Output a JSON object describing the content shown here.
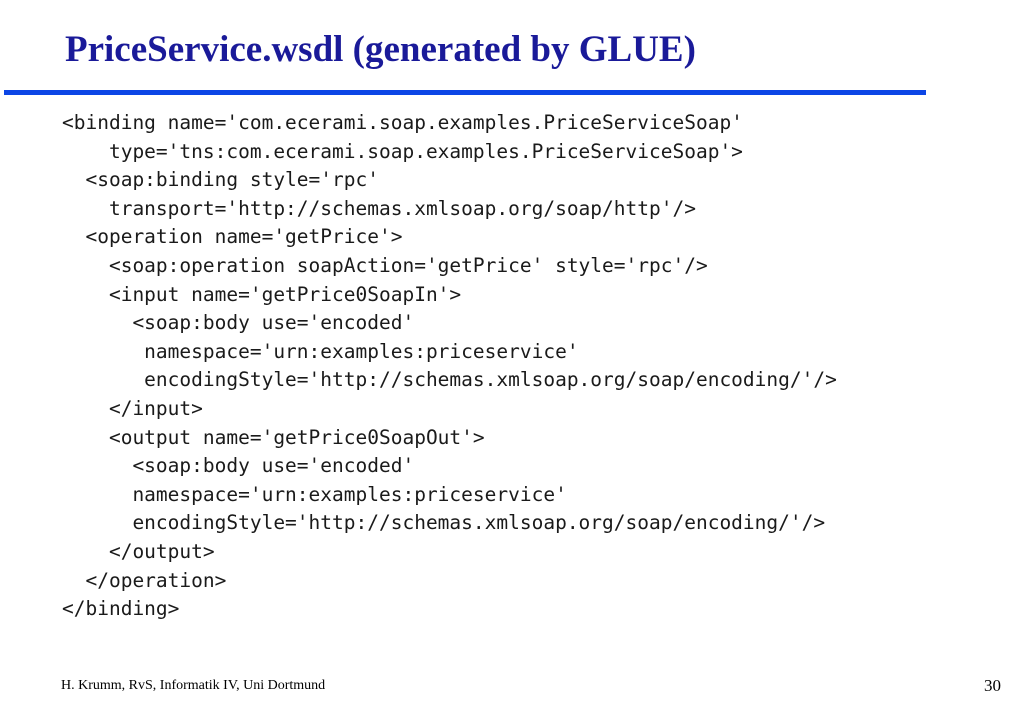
{
  "slide": {
    "title": "PriceService.wsdl (generated by GLUE)",
    "title_color": "#1a1a99",
    "rule_color": "#0c46e6"
  },
  "code": {
    "lines": [
      "<binding name='com.ecerami.soap.examples.PriceServiceSoap'",
      "    type='tns:com.ecerami.soap.examples.PriceServiceSoap'>",
      "  <soap:binding style='rpc'",
      "    transport='http://schemas.xmlsoap.org/soap/http'/>",
      "  <operation name='getPrice'>",
      "    <soap:operation soapAction='getPrice' style='rpc'/>",
      "    <input name='getPrice0SoapIn'>",
      "      <soap:body use='encoded'",
      "       namespace='urn:examples:priceservice'",
      "       encodingStyle='http://schemas.xmlsoap.org/soap/encoding/'/>",
      "    </input>",
      "    <output name='getPrice0SoapOut'>",
      "      <soap:body use='encoded'",
      "      namespace='urn:examples:priceservice'",
      "      encodingStyle='http://schemas.xmlsoap.org/soap/encoding/'/>",
      "    </output>",
      "  </operation>",
      "</binding>"
    ]
  },
  "footer": {
    "author": "H. Krumm, RvS, Informatik IV, Uni Dortmund",
    "page_number": "30"
  }
}
